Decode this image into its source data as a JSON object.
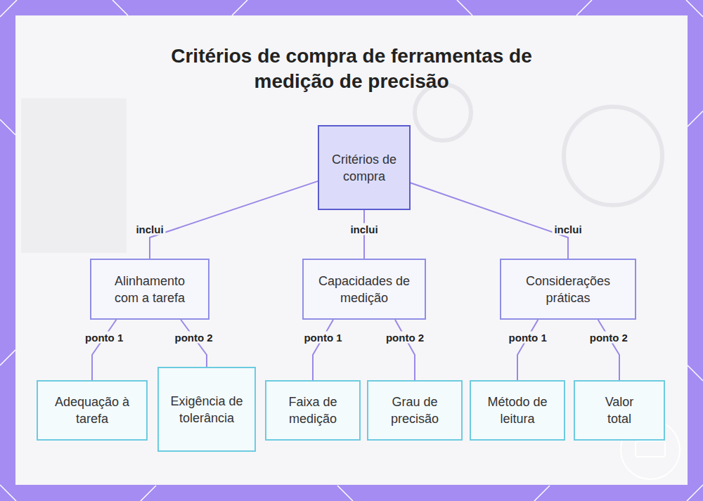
{
  "diagram": {
    "title": "Critérios de compra de ferramentas de medição de precisão",
    "nodes": [
      {
        "text": [
          "Critérios de compra"
        ]
      },
      {
        "text": [
          "Alinhamento com a tarefa"
        ]
      },
      {
        "text": [
          "Capacidades de medição"
        ]
      },
      {
        "text": [
          "Considerações práticas"
        ]
      },
      {
        "text": [
          "Adequação à tarefa"
        ]
      },
      {
        "text": [
          "Exigência de tolerância"
        ]
      },
      {
        "text": [
          "Faixa de medição"
        ]
      },
      {
        "text": [
          "Grau de precisão"
        ]
      },
      {
        "text": [
          "Método de leitura"
        ]
      },
      {
        "text": [
          "Valor total"
        ]
      }
    ],
    "edges": [
      {
        "from": 0,
        "to": 1,
        "label": "inclui",
        "arrow": "none"
      },
      {
        "from": 0,
        "to": 2,
        "label": "inclui",
        "arrow": "none"
      },
      {
        "from": 0,
        "to": 3,
        "label": "inclui",
        "arrow": "none"
      },
      {
        "from": 1,
        "to": 4,
        "label": "ponto 1",
        "arrow": "none"
      },
      {
        "from": 1,
        "to": 5,
        "label": "ponto 2",
        "arrow": "none"
      },
      {
        "from": 2,
        "to": 6,
        "label": "ponto 1",
        "arrow": "none"
      },
      {
        "from": 2,
        "to": 7,
        "label": "ponto 2",
        "arrow": "none"
      },
      {
        "from": 3,
        "to": 8,
        "label": "ponto 1",
        "arrow": "none"
      },
      {
        "from": 3,
        "to": 9,
        "label": "ponto 2",
        "arrow": "none"
      }
    ]
  }
}
